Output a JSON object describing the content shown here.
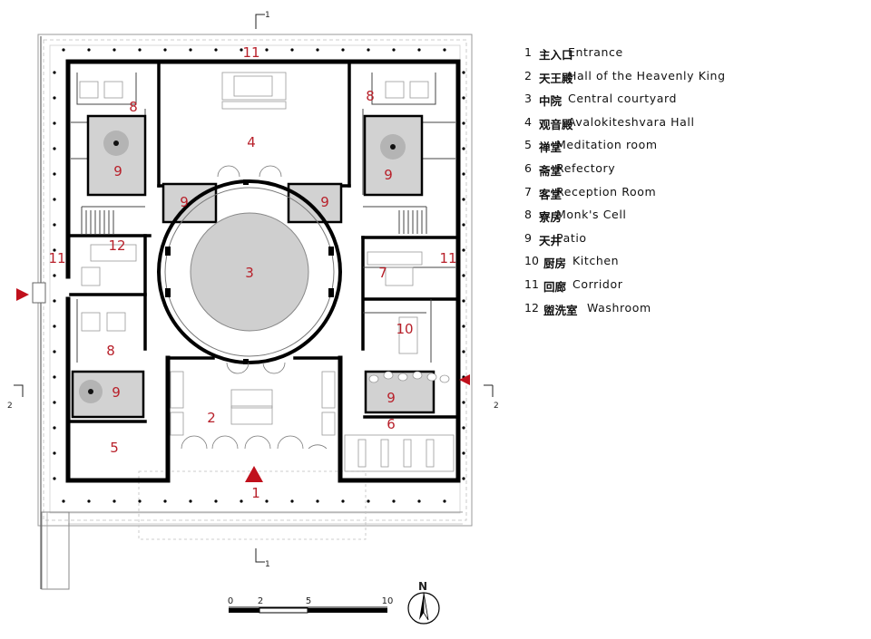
{
  "legend": [
    {
      "num": "1",
      "zh": "主入口",
      "en": "Entrance"
    },
    {
      "num": "2",
      "zh": "天王殿",
      "en": "Hall of the Heavenly King"
    },
    {
      "num": "3",
      "zh": "中院",
      "en": "Central courtyard"
    },
    {
      "num": "4",
      "zh": "观音殿",
      "en": "Avalokiteshvara Hall"
    },
    {
      "num": "5",
      "zh": "禅堂",
      "en": "Meditation room"
    },
    {
      "num": "6",
      "zh": "斋堂",
      "en": "Refectory"
    },
    {
      "num": "7",
      "zh": "客堂",
      "en": "Reception Room"
    },
    {
      "num": "8",
      "zh": "寮房",
      "en": "Monk's Cell"
    },
    {
      "num": "9",
      "zh": "天井",
      "en": "Patio"
    },
    {
      "num": "10",
      "zh": "厨房",
      "en": "Kitchen"
    },
    {
      "num": "11",
      "zh": "回廊",
      "en": "Corridor"
    },
    {
      "num": "12",
      "zh": "盥洗室",
      "en": "Washroom"
    }
  ],
  "room_labels": {
    "corridor_top": "11",
    "corridor_left": "11",
    "corridor_right": "11",
    "hall_avalokiteshvara": "4",
    "central_courtyard": "3",
    "heavenly_king_hall": "2",
    "entrance": "1",
    "meditation_room": "5",
    "refectory": "6",
    "reception_room": "7",
    "kitchen": "10",
    "washroom": "12",
    "cell_top_left": "8",
    "cell_top_right": "8",
    "cell_left": "8",
    "patio_top_left": "9",
    "patio_top_right": "9",
    "patio_inner_left": "9",
    "patio_inner_right": "9",
    "patio_left": "9",
    "patio_right": "9"
  },
  "section_marks": {
    "top": "1",
    "bottom": "1",
    "left": "2",
    "right": "2"
  },
  "scale_bar": {
    "ticks": [
      "0",
      "2",
      "5",
      "10"
    ]
  },
  "north_arrow": {
    "label": "N"
  },
  "colors": {
    "wall": "#000000",
    "room_number": "#b8202a",
    "patio_fill": "#d2d2d2",
    "courtyard_fill": "#cfcfcf",
    "marker": "#c0101c"
  }
}
